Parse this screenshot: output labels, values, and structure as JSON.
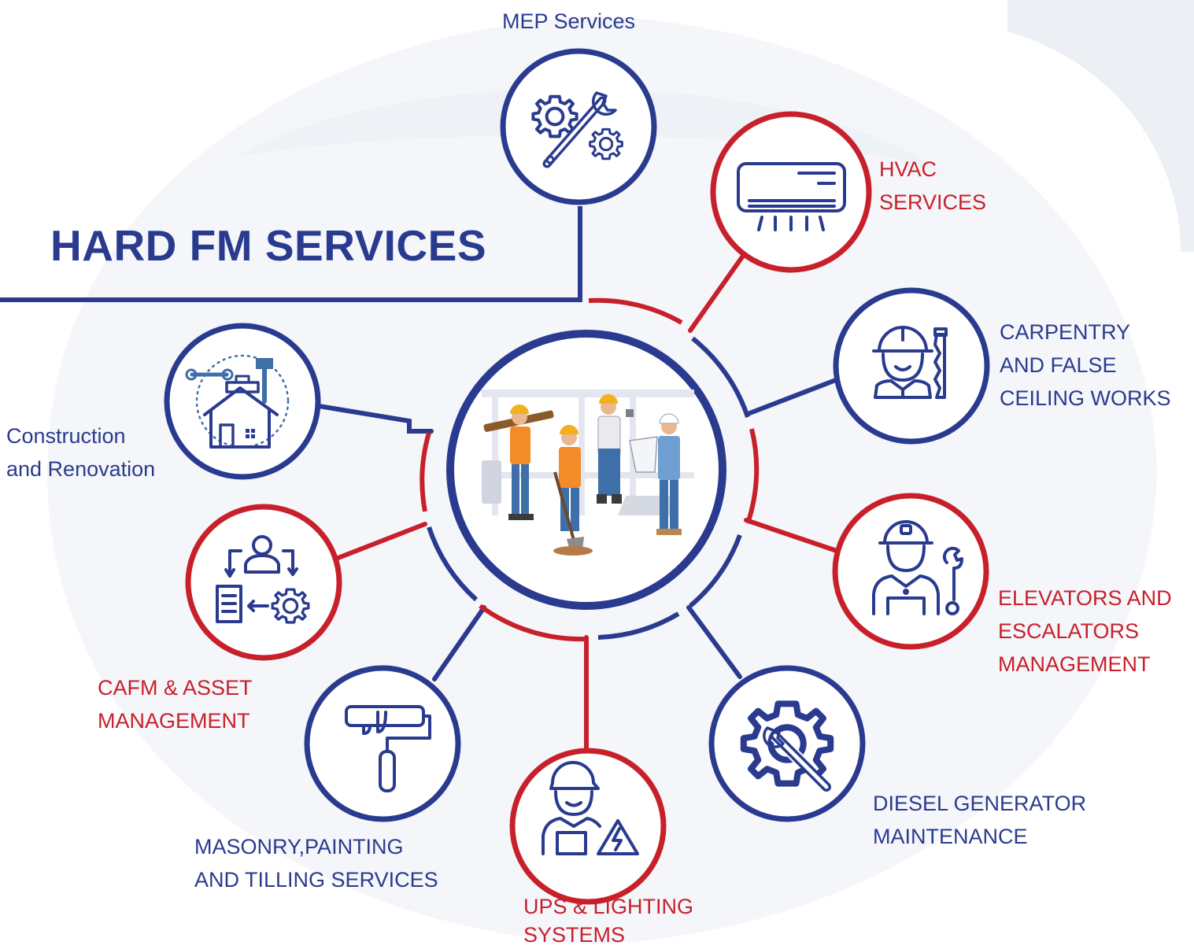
{
  "title": "HARD FM SERVICES",
  "colors": {
    "blue": "#2a3b8f",
    "red": "#c8202b",
    "watermark": "#eef1f6"
  },
  "center": {
    "icon": "construction-workers-illustration"
  },
  "services": [
    {
      "id": "mep",
      "lines": [
        "MEP Services"
      ],
      "color": "blue",
      "icon": "gear-wrench-icon"
    },
    {
      "id": "hvac",
      "lines": [
        "HVAC",
        "SERVICES"
      ],
      "color": "red",
      "icon": "air-conditioner-icon"
    },
    {
      "id": "carpentry",
      "lines": [
        "CARPENTRY",
        "AND FALSE",
        "CEILING WORKS"
      ],
      "color": "blue",
      "icon": "worker-helmet-saw-icon"
    },
    {
      "id": "elevators",
      "lines": [
        "ELEVATORS AND",
        "ESCALATORS",
        "MANAGEMENT"
      ],
      "color": "red",
      "icon": "technician-wrench-icon"
    },
    {
      "id": "diesel",
      "lines": [
        "DIESEL GENERATOR",
        "MAINTENANCE"
      ],
      "color": "blue",
      "icon": "gear-wrench-maintenance-icon"
    },
    {
      "id": "ups",
      "lines": [
        "UPS  &  LIGHTING",
        "SYSTEMS"
      ],
      "color": "red",
      "icon": "electrician-hazard-icon"
    },
    {
      "id": "masonry",
      "lines": [
        "MASONRY,PAINTING",
        "AND TILLING SERVICES"
      ],
      "color": "blue",
      "icon": "paint-roller-icon"
    },
    {
      "id": "cafm",
      "lines": [
        "CAFM & ASSET",
        "MANAGEMENT"
      ],
      "color": "red",
      "icon": "asset-management-icon"
    },
    {
      "id": "construction",
      "lines": [
        "Construction",
        "and Renovation"
      ],
      "color": "blue",
      "icon": "house-renovation-icon"
    }
  ]
}
